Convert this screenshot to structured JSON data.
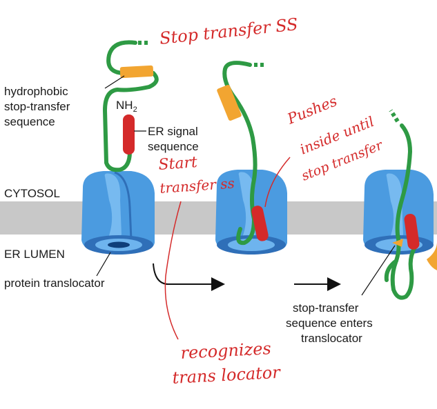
{
  "labels": {
    "hydrophobic_line1": "hydrophobic",
    "hydrophobic_line2": "stop-transfer",
    "hydrophobic_line3": "sequence",
    "nh2": "NH",
    "nh2_sub": "2",
    "er_signal_line1": "ER signal",
    "er_signal_line2": "sequence",
    "cytosol": "CYTOSOL",
    "er_lumen": "ER LUMEN",
    "protein_translocator": "protein translocator",
    "enters_line1": "stop-transfer",
    "enters_line2": "sequence enters",
    "enters_line3": "translocator"
  },
  "annotations": {
    "stop_transfer_ss": "Stop transfer SS",
    "start_line1": "Start",
    "start_line2": "transfer ss",
    "pushes_line1": "Pushes",
    "pushes_line2": "inside until",
    "pushes_line3": "stop transfer",
    "recognizes_line1": "recognizes",
    "recognizes_line2": "trans locator"
  },
  "colors": {
    "membrane": "#c8c8c8",
    "translocator": "#4b9be0",
    "translocator_dark": "#2f6fb8",
    "chain": "#2e9a44",
    "er_signal": "#d42a2a",
    "stop_transfer": "#f2a531",
    "handwriting": "#d42a2a"
  }
}
